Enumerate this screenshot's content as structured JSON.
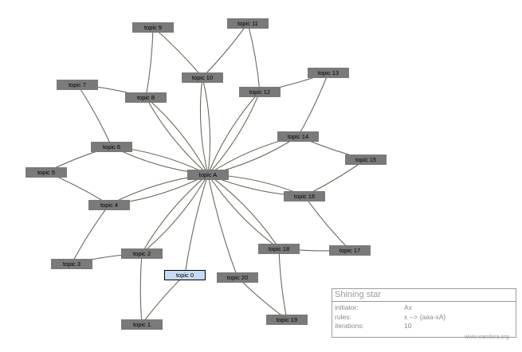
{
  "graph": {
    "edge_color": "#6a6a58",
    "node_color": "#7a7a7a",
    "selected_node_color": "#c6daf2",
    "center": "A",
    "nodes": [
      {
        "id": "A",
        "label": "topic A"
      },
      {
        "id": "0",
        "label": "topic 0",
        "selected": true
      },
      {
        "id": "1",
        "label": "topic 1"
      },
      {
        "id": "2",
        "label": "topic 2"
      },
      {
        "id": "3",
        "label": "topic 3"
      },
      {
        "id": "4",
        "label": "topic 4"
      },
      {
        "id": "5",
        "label": "topic 5"
      },
      {
        "id": "6",
        "label": "topic 6"
      },
      {
        "id": "7",
        "label": "topic 7"
      },
      {
        "id": "8",
        "label": "topic 8"
      },
      {
        "id": "9",
        "label": "topic 9"
      },
      {
        "id": "10",
        "label": "topic 10"
      },
      {
        "id": "11",
        "label": "topic 11"
      },
      {
        "id": "12",
        "label": "topic 12"
      },
      {
        "id": "13",
        "label": "topic 13"
      },
      {
        "id": "14",
        "label": "topic 14"
      },
      {
        "id": "15",
        "label": "topic 15"
      },
      {
        "id": "16",
        "label": "topic 16"
      },
      {
        "id": "17",
        "label": "topic 17"
      },
      {
        "id": "18",
        "label": "topic 18"
      },
      {
        "id": "19",
        "label": "topic 19"
      },
      {
        "id": "20",
        "label": "topic 20"
      }
    ],
    "edges": [
      [
        "A",
        "0"
      ],
      [
        "A",
        "2"
      ],
      [
        "A",
        "2"
      ],
      [
        "A",
        "4"
      ],
      [
        "A",
        "4"
      ],
      [
        "A",
        "6"
      ],
      [
        "A",
        "6"
      ],
      [
        "A",
        "8"
      ],
      [
        "A",
        "8"
      ],
      [
        "A",
        "10"
      ],
      [
        "A",
        "10"
      ],
      [
        "A",
        "12"
      ],
      [
        "A",
        "12"
      ],
      [
        "A",
        "14"
      ],
      [
        "A",
        "14"
      ],
      [
        "A",
        "16"
      ],
      [
        "A",
        "16"
      ],
      [
        "A",
        "18"
      ],
      [
        "A",
        "18"
      ],
      [
        "A",
        "20"
      ],
      [
        "0",
        "1"
      ],
      [
        "2",
        "1"
      ],
      [
        "2",
        "3"
      ],
      [
        "4",
        "3"
      ],
      [
        "4",
        "5"
      ],
      [
        "6",
        "5"
      ],
      [
        "6",
        "7"
      ],
      [
        "8",
        "7"
      ],
      [
        "8",
        "9"
      ],
      [
        "10",
        "9"
      ],
      [
        "10",
        "11"
      ],
      [
        "12",
        "11"
      ],
      [
        "12",
        "13"
      ],
      [
        "14",
        "13"
      ],
      [
        "14",
        "15"
      ],
      [
        "16",
        "15"
      ],
      [
        "16",
        "17"
      ],
      [
        "18",
        "17"
      ],
      [
        "18",
        "19"
      ],
      [
        "20",
        "19"
      ]
    ]
  },
  "info": {
    "title": "Shining star",
    "rows": [
      {
        "key": "initiator:",
        "value": "Ax"
      },
      {
        "key": "rules:",
        "value": "x --> {aaa-xA}"
      },
      {
        "key": "iterations:",
        "value": "10"
      }
    ]
  },
  "footer": "www.wandora.org"
}
